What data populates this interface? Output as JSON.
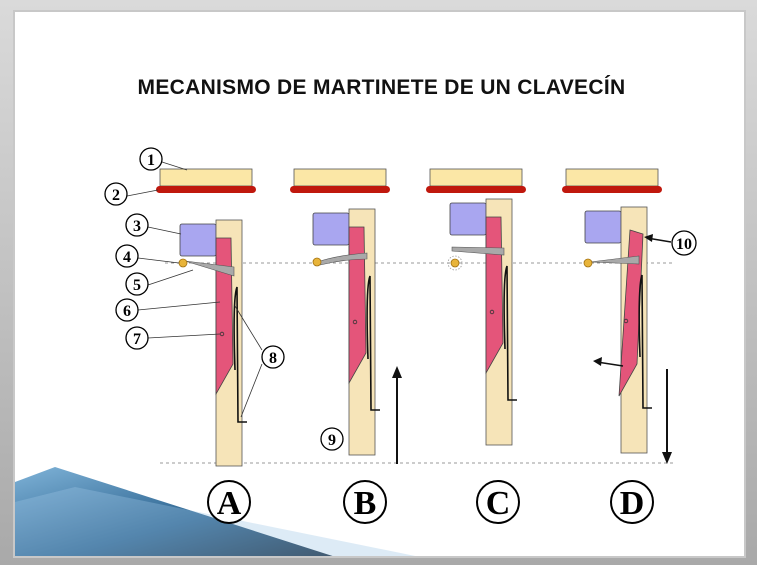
{
  "title": "MECANISMO DE MARTINETE DE UN CLAVECÍN",
  "callouts": [
    "1",
    "2",
    "3",
    "4",
    "5",
    "6",
    "7",
    "8",
    "9",
    "10"
  ],
  "stages": [
    "A",
    "B",
    "C",
    "D"
  ],
  "colors": {
    "string_board": "#fbe7a6",
    "damper_felt": "#c0180d",
    "damper_block": "#a9a6f0",
    "jack_body": "#f6e4b8",
    "tongue": "#e4557a",
    "string_dot": "#e8b43a",
    "plectrum": "#9a9a9a",
    "corner_ribbon": "#2a5f8a"
  }
}
